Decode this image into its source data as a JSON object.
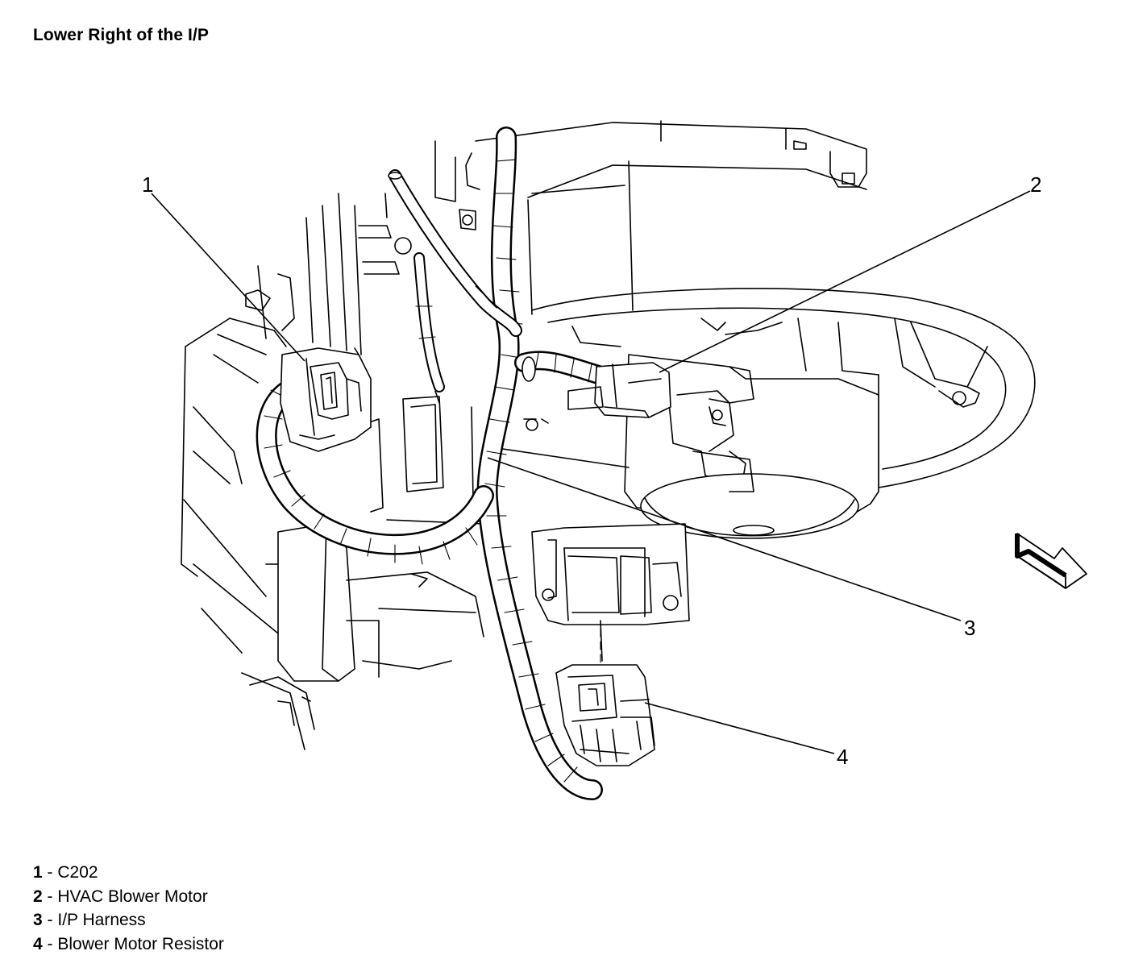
{
  "title": "Lower Right of the I/P",
  "callouts": [
    {
      "number": "1",
      "label": "C202"
    },
    {
      "number": "2",
      "label": "HVAC Blower Motor"
    },
    {
      "number": "3",
      "label": "I/P Harness"
    },
    {
      "number": "4",
      "label": "Blower Motor Resistor"
    }
  ],
  "legend_separator": " - ",
  "icons": {
    "direction_arrow": "forward-arrow-icon"
  }
}
